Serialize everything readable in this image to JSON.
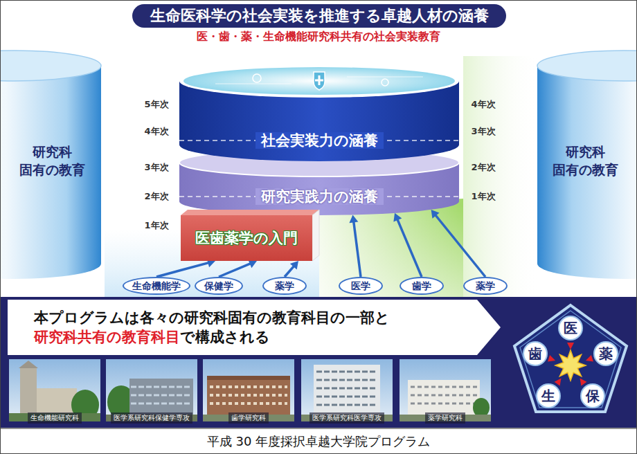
{
  "diagram": {
    "title": "生命医科学の社会実装を推進する卓越人材の涵養",
    "caption": "平成 30 年度採択卓越大学院プログラム",
    "nodes": [
      {
        "text": [
          "研究科 固有の教育"
        ]
      },
      {
        "text": [
          "社会実装力の涵養"
        ]
      },
      {
        "text": [
          "研究実践力の涵養"
        ]
      },
      {
        "text": [
          "医歯薬学の入門"
        ]
      },
      {
        "text": [
          "研究科 固有の教育"
        ]
      },
      {
        "text": [
          "生命機能学"
        ]
      },
      {
        "text": [
          "保健学"
        ]
      },
      {
        "text": [
          "薬学"
        ]
      },
      {
        "text": [
          "医学"
        ]
      },
      {
        "text": [
          "歯学"
        ]
      },
      {
        "text": [
          "薬学"
        ]
      },
      {
        "text": [
          "本プログラムは各々の研究科固有の教育科目の一部と",
          "研究科共有の教育科目",
          "で構成される"
        ]
      },
      {
        "text": [
          "医"
        ]
      },
      {
        "text": [
          "歯"
        ]
      },
      {
        "text": [
          "薬"
        ]
      },
      {
        "text": [
          "生"
        ]
      },
      {
        "text": [
          "保"
        ]
      }
    ],
    "edges": [
      {
        "from": 5,
        "to": 3,
        "arrow": "to"
      },
      {
        "from": 6,
        "to": 3,
        "arrow": "to"
      },
      {
        "from": 7,
        "to": 3,
        "arrow": "to"
      },
      {
        "from": 8,
        "to": 2,
        "arrow": "to"
      },
      {
        "from": 9,
        "to": 2,
        "arrow": "to"
      },
      {
        "from": 10,
        "to": 2,
        "arrow": "to"
      }
    ],
    "labels": [
      "医・歯・薬・生命機能研究科共有の社会実装教育",
      "5年次",
      "4年次",
      "3年次",
      "2年次",
      "1年次",
      "4年次",
      "3年次",
      "2年次",
      "1年次",
      "生命機能研究科",
      "医学系研究科保健学専攻",
      "歯学研究科",
      "医学系研究科医学専攻",
      "薬学研究科"
    ]
  }
}
